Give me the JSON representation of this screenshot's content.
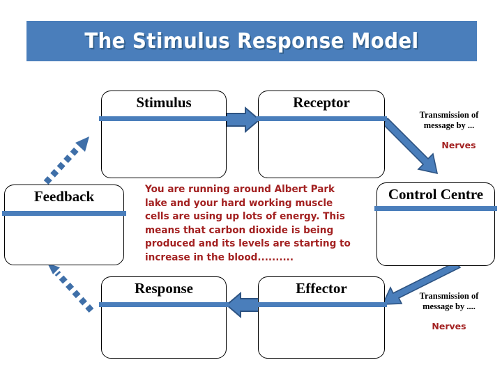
{
  "banner": {
    "title": "The Stimulus Response Model",
    "bg_color": "#4a7ebb",
    "text_color": "#ffffff"
  },
  "theme": {
    "accent_blue": "#4a7ebb",
    "arrow_blue": "#4a7ebb",
    "arrow_outline": "#2d5382",
    "text_red": "#a32121",
    "box_border": "#000000"
  },
  "boxes": [
    {
      "id": "stimulus",
      "label": "Stimulus"
    },
    {
      "id": "receptor",
      "label": "Receptor"
    },
    {
      "id": "feedback",
      "label": "Feedback"
    },
    {
      "id": "control",
      "label": "Control Centre"
    },
    {
      "id": "response",
      "label": "Response"
    },
    {
      "id": "effector",
      "label": "Effector"
    }
  ],
  "scenario": {
    "text": "You are running around Albert Park lake and your hard working muscle cells are using up lots of energy. This means that carbon dioxide is being produced and its levels are starting to increase in the blood.........."
  },
  "callouts": [
    {
      "id": "top",
      "line1": "Transmission of",
      "line2": "message by ...",
      "agent": "Nerves"
    },
    {
      "id": "bottom",
      "line1": "Transmission of",
      "line2": "message by ....",
      "agent": "Nerves"
    }
  ],
  "arrows": [
    {
      "id": "stimulus-to-receptor",
      "direction": "right",
      "style": "solid"
    },
    {
      "id": "receptor-to-control",
      "direction": "down-right",
      "style": "solid"
    },
    {
      "id": "control-to-effector",
      "direction": "down-left",
      "style": "solid"
    },
    {
      "id": "effector-to-response",
      "direction": "left",
      "style": "solid"
    },
    {
      "id": "response-to-feedback",
      "direction": "up-left",
      "style": "dashed"
    },
    {
      "id": "feedback-to-stimulus",
      "direction": "up-right",
      "style": "dashed"
    }
  ]
}
